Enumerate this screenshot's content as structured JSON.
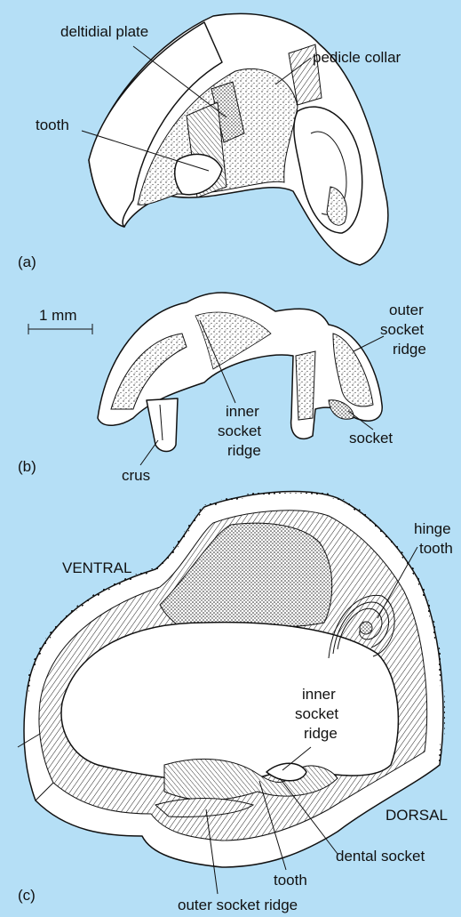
{
  "panels": [
    {
      "id": "a",
      "label": "(a)",
      "labels": {
        "deltidial_plate": "deltidial plate",
        "pedicle_collar": "pedicle collar",
        "tooth": "tooth"
      }
    },
    {
      "id": "b",
      "label": "(b)",
      "scale_bar": "1 mm",
      "labels": {
        "outer_socket_ridge": [
          "outer",
          "socket",
          "ridge"
        ],
        "inner_socket_ridge": [
          "inner",
          "socket",
          "ridge"
        ],
        "socket": "socket",
        "crus": "crus"
      }
    },
    {
      "id": "c",
      "label": "(c)",
      "labels": {
        "ventral": "VENTRAL",
        "hinge_tooth": [
          "hinge",
          "tooth"
        ],
        "inner_socket_ridge": [
          "inner",
          "socket",
          "ridge"
        ],
        "dorsal": "DORSAL",
        "dental_socket": "dental socket",
        "tooth": "tooth",
        "outer_socket_ridge": "outer socket ridge"
      }
    }
  ],
  "colors": {
    "background": "#b5dff6",
    "ink": "#111111",
    "fill": "#ffffff"
  }
}
